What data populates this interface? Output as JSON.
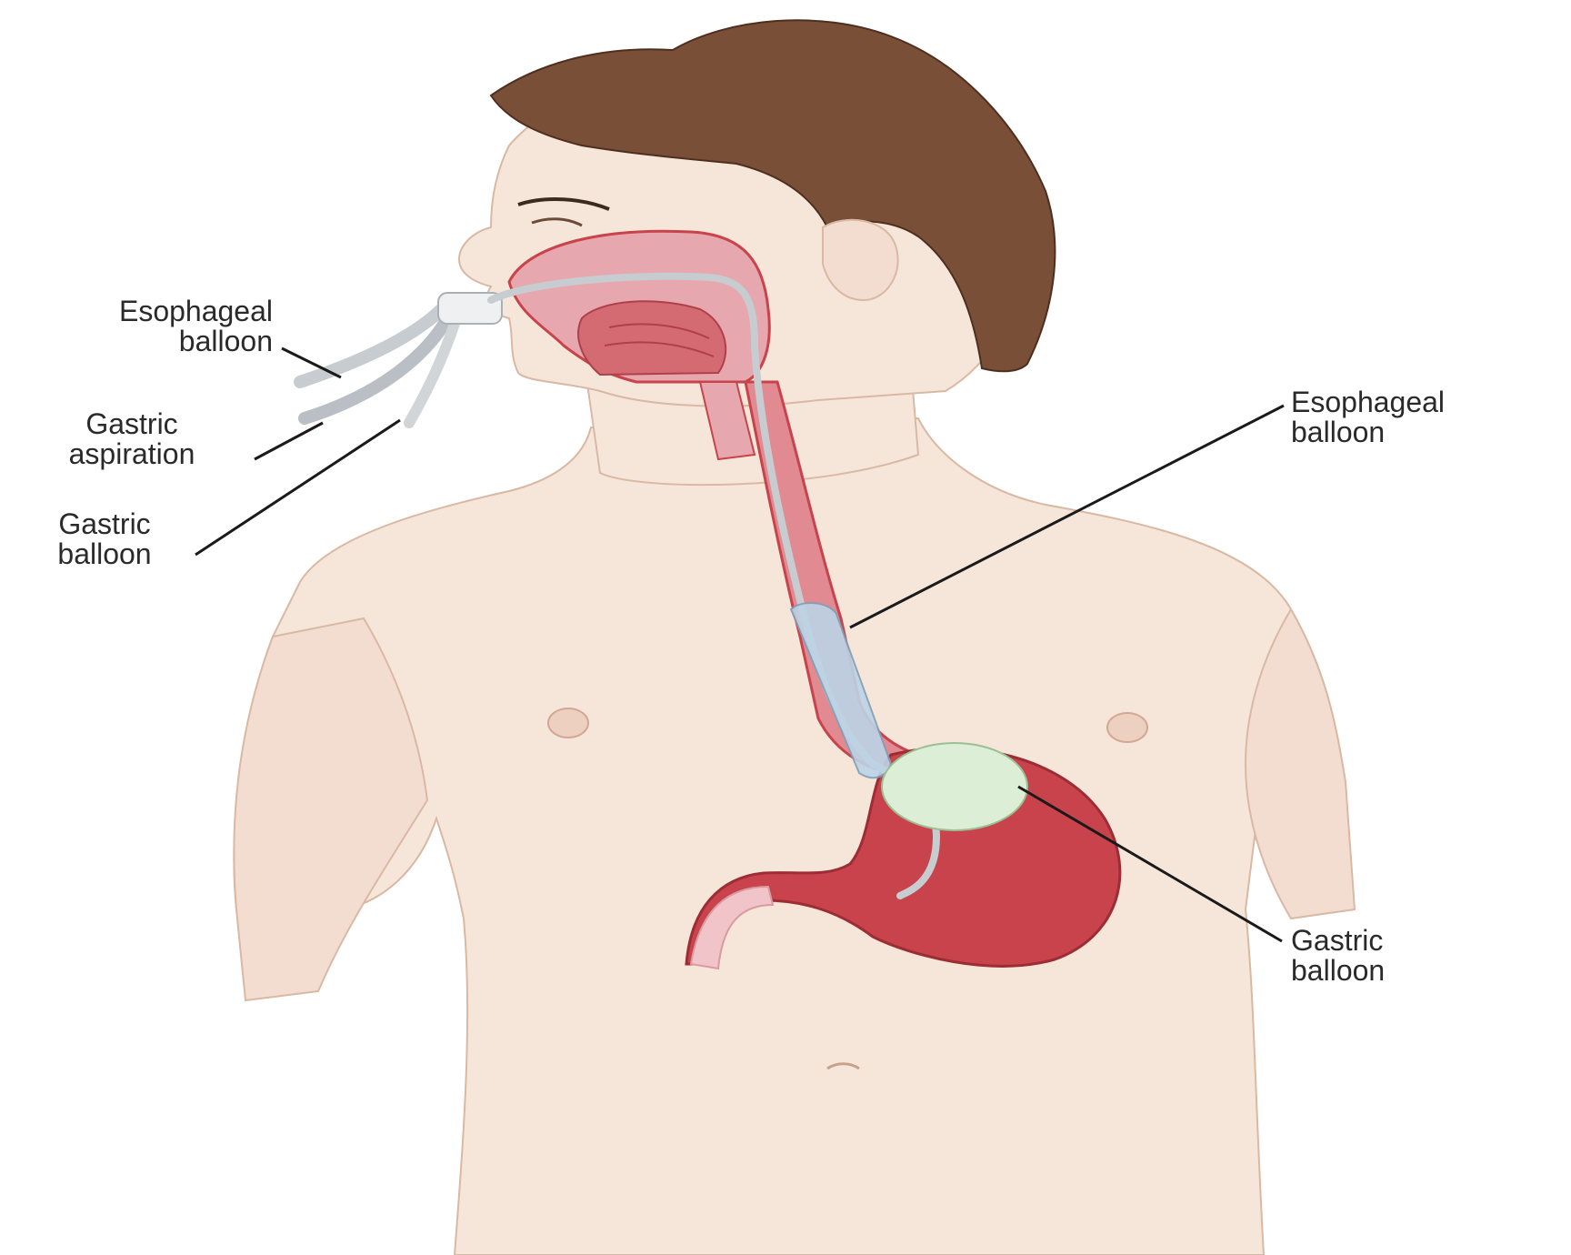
{
  "labels": {
    "esophageal_balloon_left": {
      "line1": "Esophageal",
      "line2": "balloon"
    },
    "gastric_aspiration": {
      "line1": "Gastric",
      "line2": "aspiration"
    },
    "gastric_balloon_left": {
      "line1": "Gastric",
      "line2": "balloon"
    },
    "esophageal_balloon_right": {
      "line1": "Esophageal",
      "line2": "balloon"
    },
    "gastric_balloon_right": {
      "line1": "Gastric",
      "line2": "balloon"
    }
  },
  "colors": {
    "skin": "#f6e6da",
    "skin_outline": "#d9b8a4",
    "hair": "#7a4f38",
    "tissue": "#e7a7ae",
    "muscle": "#c8434b",
    "balloon_esophageal": "#bcd4e6",
    "balloon_gastric": "#dcefd6",
    "tube": "#c7ccd0",
    "leader_line": "#1a1a1a"
  },
  "icons": [
    "human-figure-icon",
    "stomach-icon",
    "tube-icon"
  ]
}
